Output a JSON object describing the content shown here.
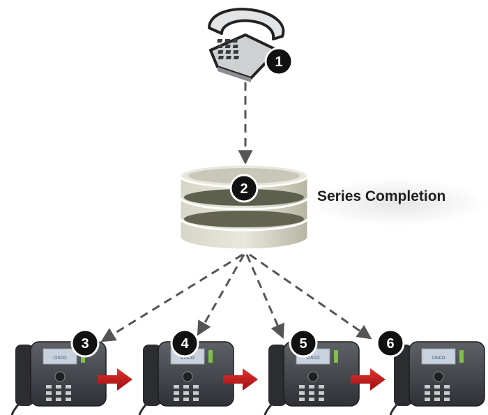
{
  "diagram": {
    "label": "Series Completion",
    "steps": [
      {
        "id": 1,
        "text": "1"
      },
      {
        "id": 2,
        "text": "2"
      },
      {
        "id": 3,
        "text": "3"
      },
      {
        "id": 4,
        "text": "4"
      },
      {
        "id": 5,
        "text": "5"
      },
      {
        "id": 6,
        "text": "6"
      }
    ],
    "phone_brand": "CISCO"
  },
  "colors": {
    "badge": "#111111",
    "arrow_dash": "#555555",
    "sequence_arrow": "#c0161b",
    "database": "#b9b8a5"
  }
}
